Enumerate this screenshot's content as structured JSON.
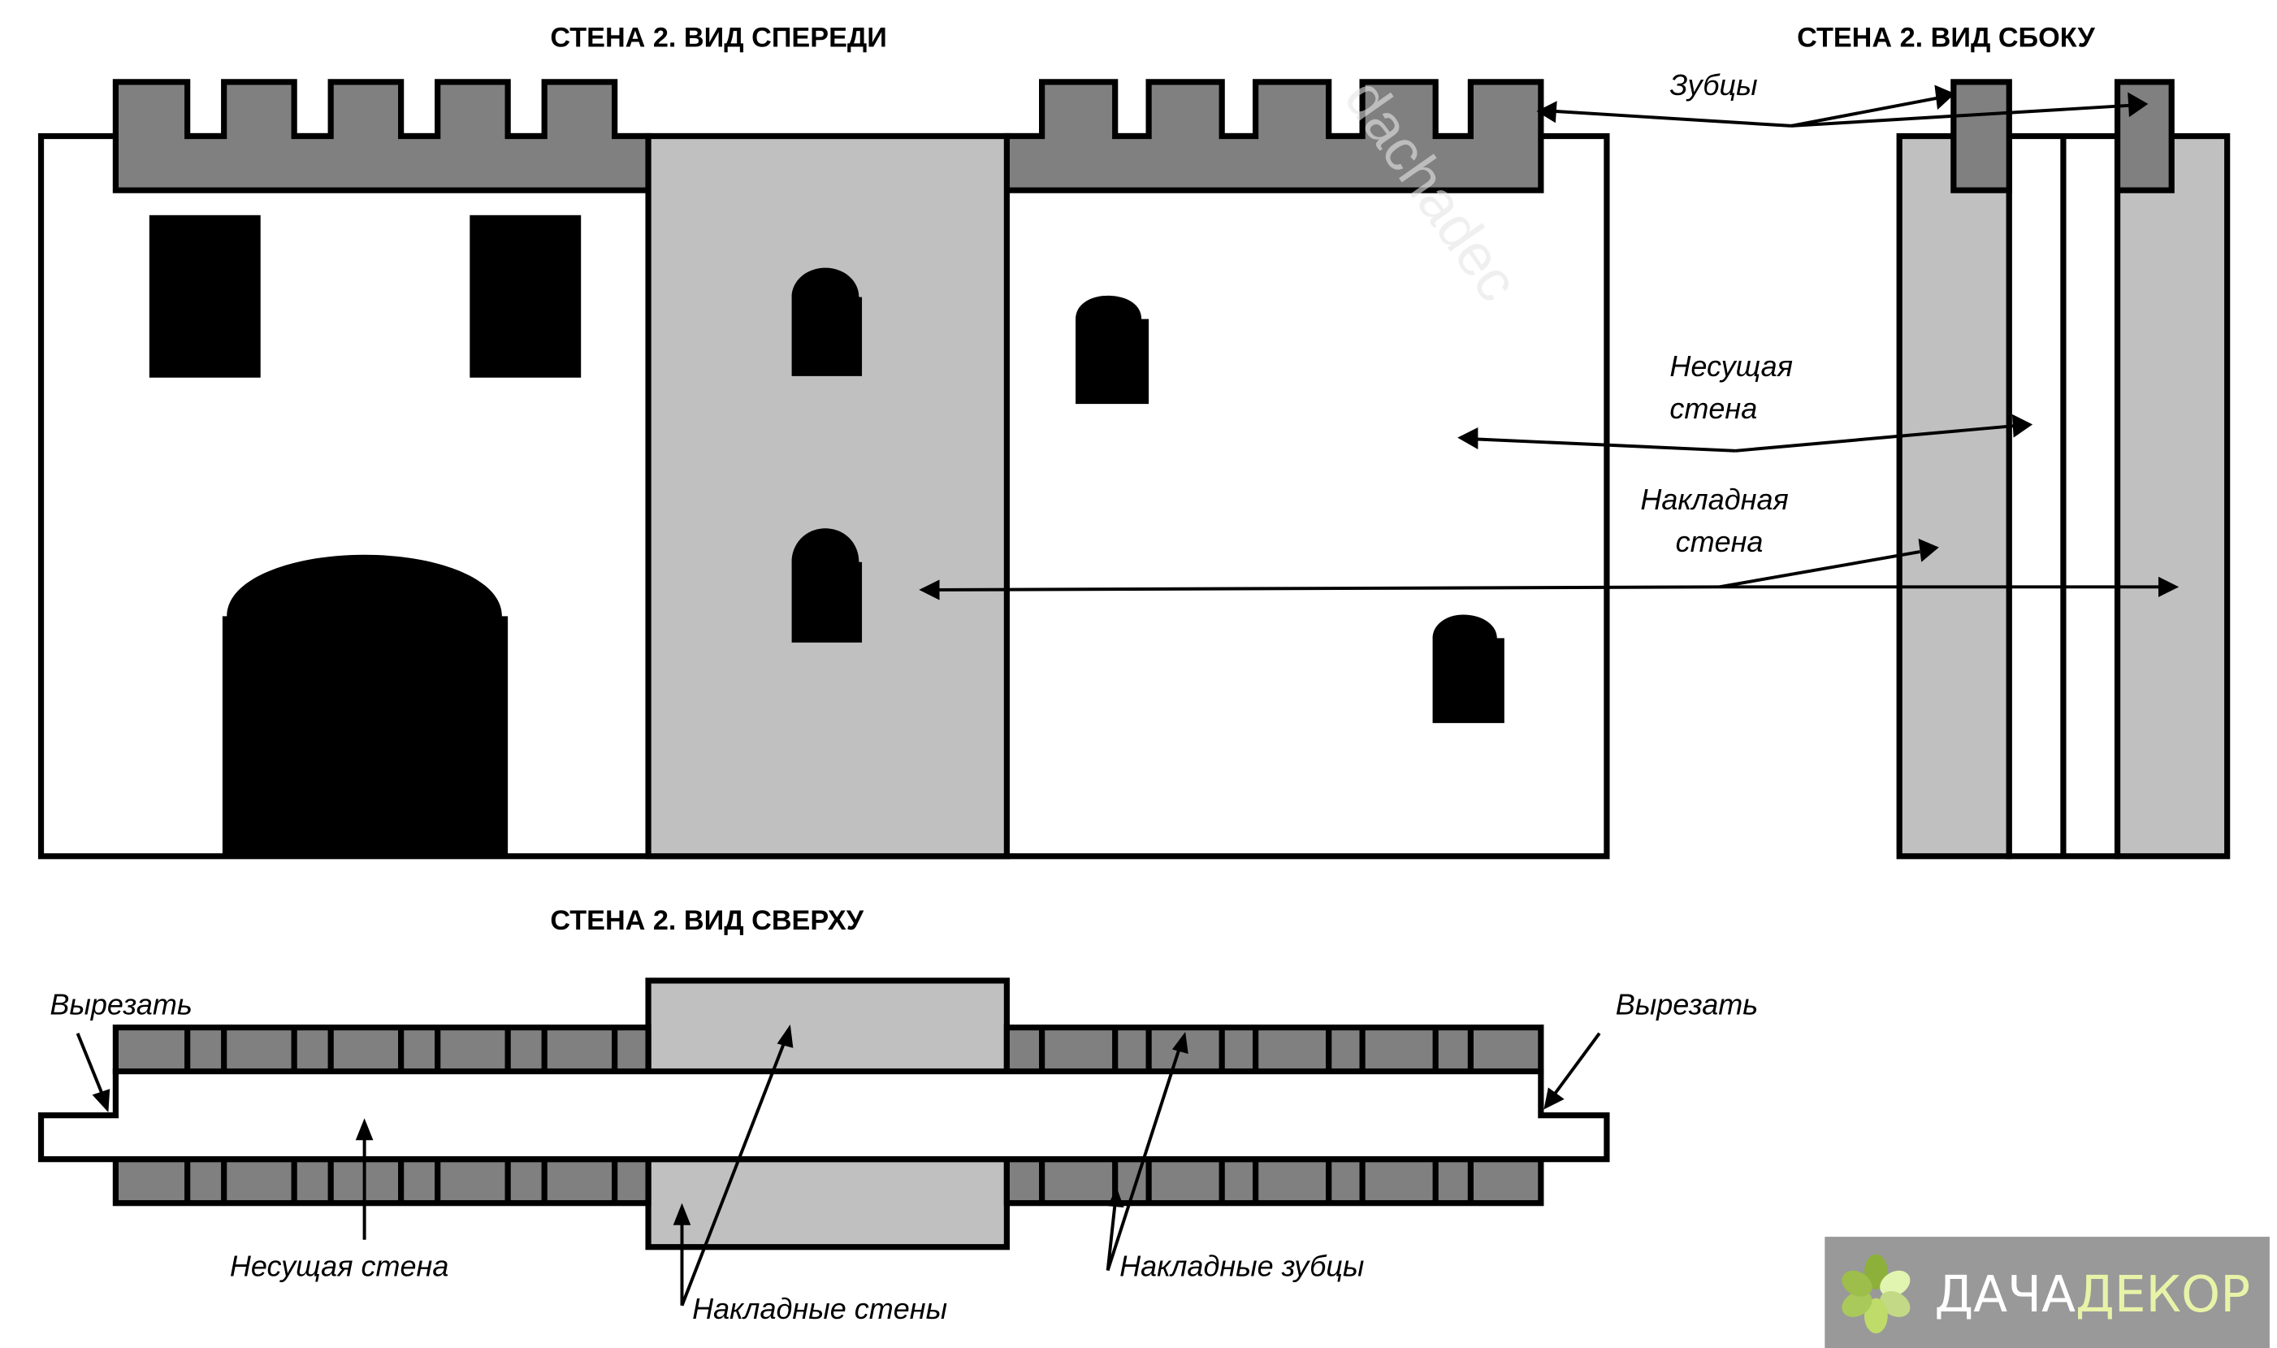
{
  "titles": {
    "front": "СТЕНА 2. ВИД СПЕРЕДИ",
    "side": "СТЕНА 2. ВИД СБОКУ",
    "top": "СТЕНА 2. ВИД СВЕРХУ"
  },
  "labels": {
    "merlons": "Зубцы",
    "bearing_wall_line1": "Несущая",
    "bearing_wall_line2": "стена",
    "overlay_wall_line1": "Накладная",
    "overlay_wall_line2": "стена",
    "cut_left": "Вырезать",
    "cut_right": "Вырезать",
    "bearing_wall": "Несущая стена",
    "overlay_walls": "Накладные стены",
    "overlay_merlons": "Накладные зубцы"
  },
  "watermark": "dachadec",
  "logo": {
    "text_part1": "ДАЧА",
    "text_part2": "ДЕКОР",
    "icon": "flower-icon",
    "colors": {
      "background": "#999999",
      "text_part1": "#ffffff",
      "text_part2": "#e8f3a8",
      "petals": [
        "#8db03a",
        "#e2f5b0",
        "#c3d985",
        "#bfdb6a",
        "#a9c95a",
        "#9dbe4b"
      ]
    }
  },
  "colors": {
    "bearing_wall": "#ffffff",
    "overlay_wall": "#c0c0c0",
    "merlons": "#808080",
    "openings": "#000000",
    "outline": "#000000"
  }
}
